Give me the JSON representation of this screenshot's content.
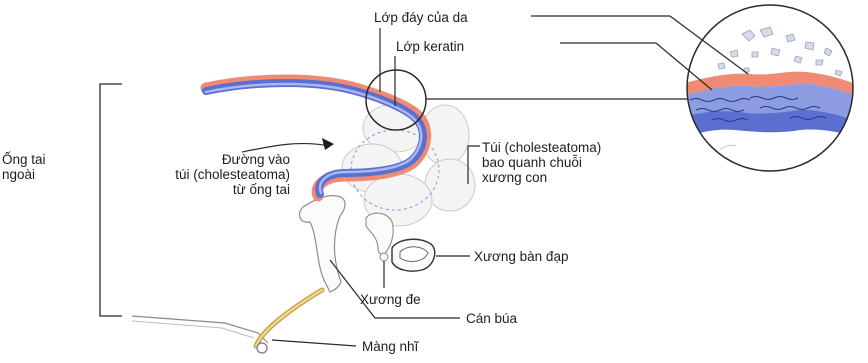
{
  "labels": {
    "skin_base_layer": "Lớp đáy của da",
    "keratin_layer": "Lớp keratin",
    "ear_canal": [
      "Ống tai",
      "ngoài"
    ],
    "sac_entrance": [
      "Đường vào",
      "túi (cholesteatoma)",
      "từ ống tai"
    ],
    "sac_around_ossicles": [
      "Túi (cholesteatoma)",
      "bao quanh chuỗi",
      "xương con"
    ],
    "stapes": "Xương bàn đạp",
    "incus": "Xương đe",
    "malleus_handle": "Cán búa",
    "eardrum": "Màng nhĩ"
  },
  "colors": {
    "keratin": "#5a6fd0",
    "keratin_light": "#a9b7ef",
    "skin_base": "#f08a72",
    "tissue": "#f3f3f3",
    "outline": "#9a9a9a",
    "line": "#2a2a2a"
  }
}
